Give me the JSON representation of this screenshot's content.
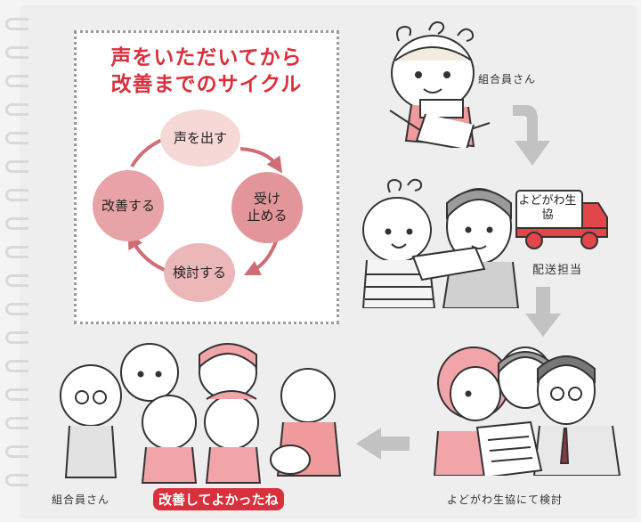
{
  "cycle": {
    "title_line1": "声をいただいてから",
    "title_line2": "改善までのサイクル",
    "nodes": {
      "speak": "声を出す",
      "receive": "受け\n止める",
      "review": "検討する",
      "improve": "改善する"
    }
  },
  "captions": {
    "member_top": "組合員さん",
    "delivery_staff": "配送担当",
    "review_at_coop": "よどがわ生協にて検討",
    "member_bottom": "組合員さん",
    "improved": "改善してよかったね"
  },
  "truck": {
    "side_text": "よどがわ生協"
  },
  "colors": {
    "title_red": "#d8303c",
    "node_light": "#f6d8d6",
    "node_mid": "#e2969a",
    "arrow_pink": "#cf6d76",
    "flow_arrow_gray": "#c2c2c2",
    "truck_red": "#e0464a"
  }
}
